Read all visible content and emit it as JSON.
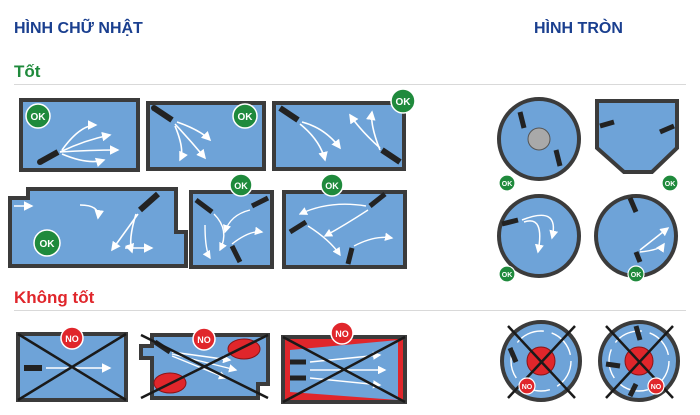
{
  "headers": {
    "rectangle": "HÌNH CHỮ NHẬT",
    "circle": "HÌNH TRÒN"
  },
  "sections": {
    "good": "Tốt",
    "bad": "Không tốt"
  },
  "badges": {
    "ok": "OK",
    "no": "NO"
  },
  "colors": {
    "tank_fill": "#6ea3d8",
    "tank_wall": "#3b3b3b",
    "ok_green": "#1f8a3c",
    "no_red": "#e0262b",
    "header_blue": "#1a3f8f"
  }
}
